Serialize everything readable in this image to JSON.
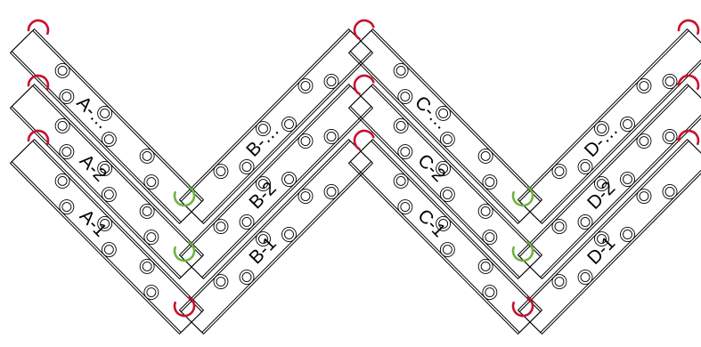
{
  "colors": {
    "green": "#6db33f",
    "red": "#c8102e",
    "line": "#000000"
  },
  "rows": [
    {
      "segments": [
        "A-1",
        "B-1",
        "C-1",
        "D-1"
      ]
    },
    {
      "segments": [
        "A-2",
        "B-2",
        "C-2",
        "D-2"
      ]
    },
    {
      "segments": [
        "A-…",
        "B-…",
        "C-…",
        "D-…"
      ]
    }
  ]
}
